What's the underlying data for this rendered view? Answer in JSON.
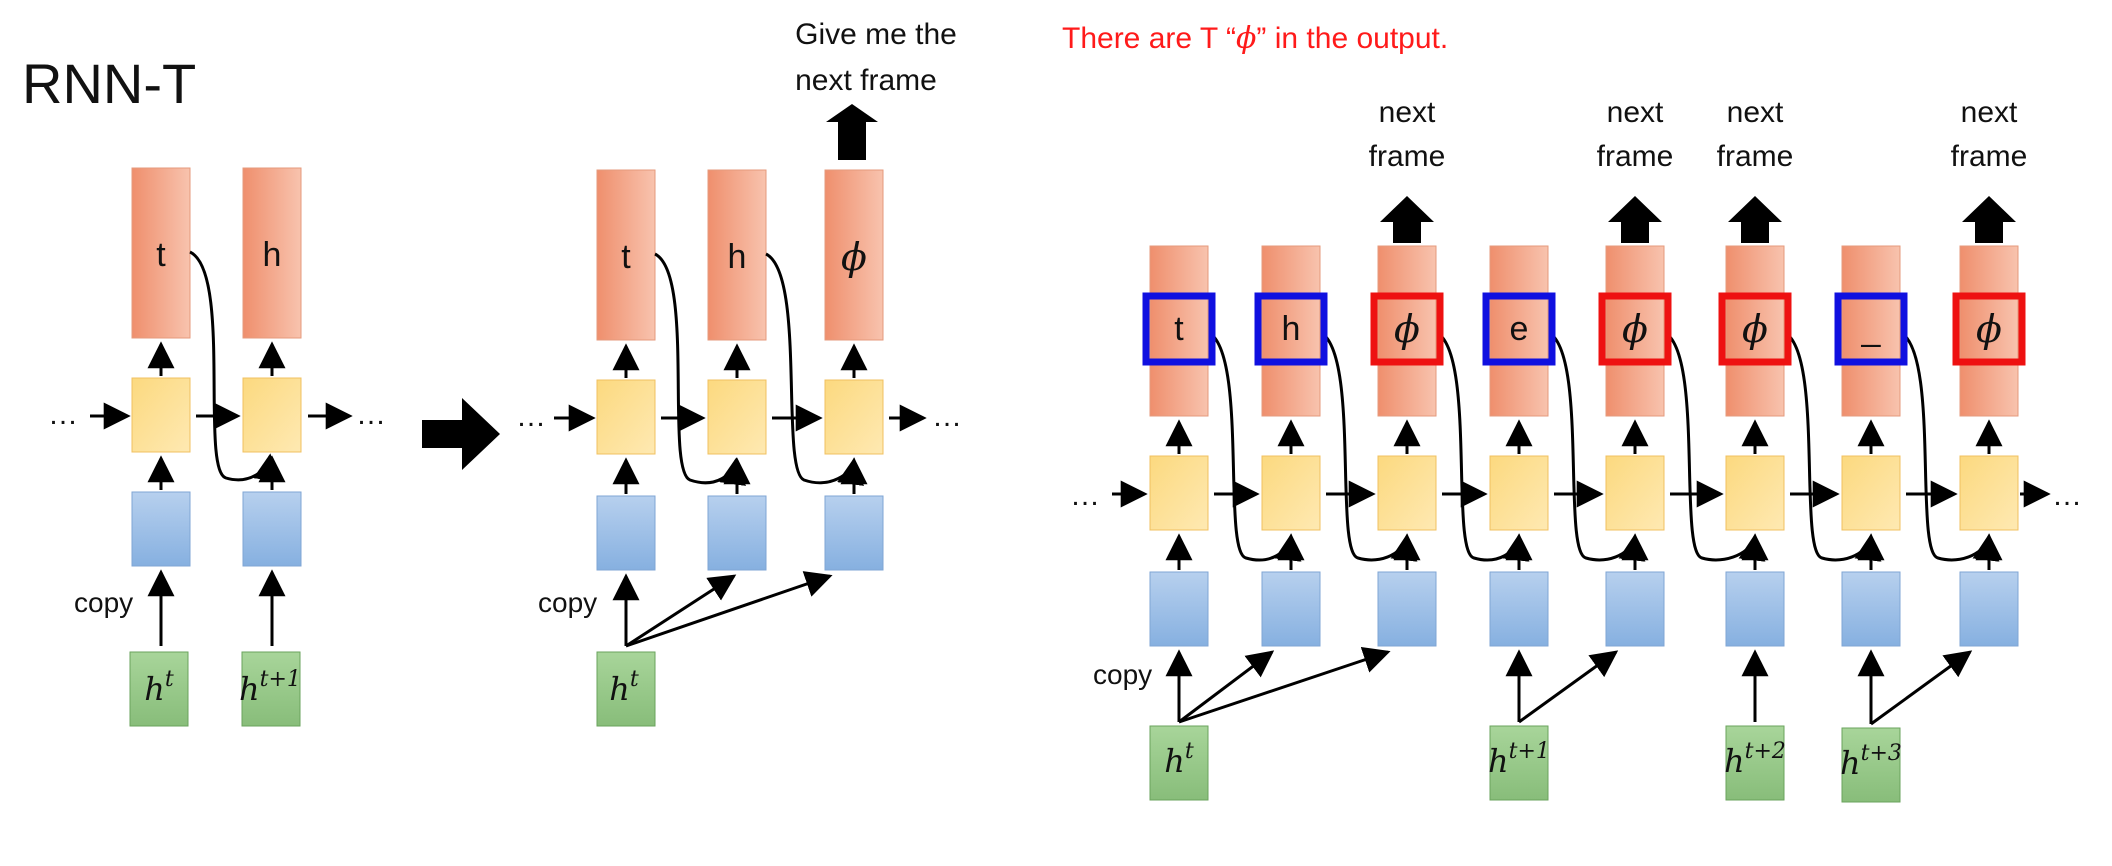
{
  "title": "RNN-T",
  "note": {
    "prefix": "There are T “",
    "phi": "ϕ",
    "suffix": "” in the output."
  },
  "middle_caption_line1": "Give me the",
  "middle_caption_line2": "next frame",
  "next_frame_line1": "next",
  "next_frame_line2": "frame",
  "copy_label": "copy",
  "ellipsis": "…",
  "phi": "ϕ",
  "h_base": "h",
  "left": {
    "outputs": [
      "t",
      "h"
    ],
    "inputs": [
      {
        "sup": "t"
      },
      {
        "sup": "t+1"
      }
    ]
  },
  "middle": {
    "outputs": [
      "t",
      "h",
      "ϕ"
    ],
    "input": {
      "sup": "t"
    }
  },
  "right": {
    "outputs": [
      {
        "label": "t",
        "box": "blue"
      },
      {
        "label": "h",
        "box": "blue"
      },
      {
        "label": "ϕ",
        "box": "red"
      },
      {
        "label": "e",
        "box": "blue"
      },
      {
        "label": "ϕ",
        "box": "red"
      },
      {
        "label": "ϕ",
        "box": "red"
      },
      {
        "label": "_",
        "box": "blue"
      },
      {
        "label": "ϕ",
        "box": "red"
      }
    ],
    "inputs": [
      {
        "sup": "t"
      },
      {
        "sup": "t+1"
      },
      {
        "sup": "t+2"
      },
      {
        "sup": "t+3"
      }
    ]
  },
  "colors": {
    "output": "#f4a98a",
    "hidden": "#fde08f",
    "embed": "#9fc1e6",
    "input": "#98c98a",
    "blue_box": "#1010e0",
    "red_box": "#ee1111",
    "note": "#ff1a1a"
  }
}
